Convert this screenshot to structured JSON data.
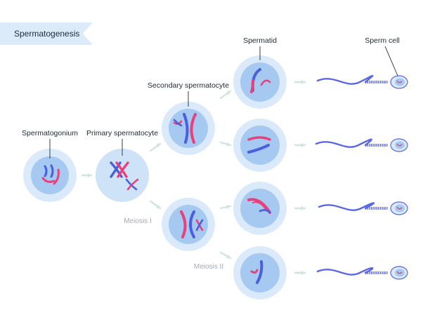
{
  "title": "Spermatogenesis",
  "labels": {
    "spermatogonium": "Spermatogonium",
    "primary": "Primary spermatocyte",
    "secondary": "Secondary spermatocyte",
    "spermatid": "Spermatid",
    "sperm": "Sperm cell",
    "meiosis1": "Meiosis I",
    "meiosis2": "Meiosis II"
  },
  "colors": {
    "cell_outer": "#dbeafb",
    "cell_inner": "#a6c9f1",
    "cell_wide": "#cfe3f8",
    "chromosome_blue": "#4a5fe0",
    "chromosome_pink": "#e8407a",
    "arrow": "#cfe6dd",
    "tail": "#5b68e6"
  },
  "icons": [
    "arrow-icon",
    "sperm-icon",
    "chromosome-icon"
  ]
}
